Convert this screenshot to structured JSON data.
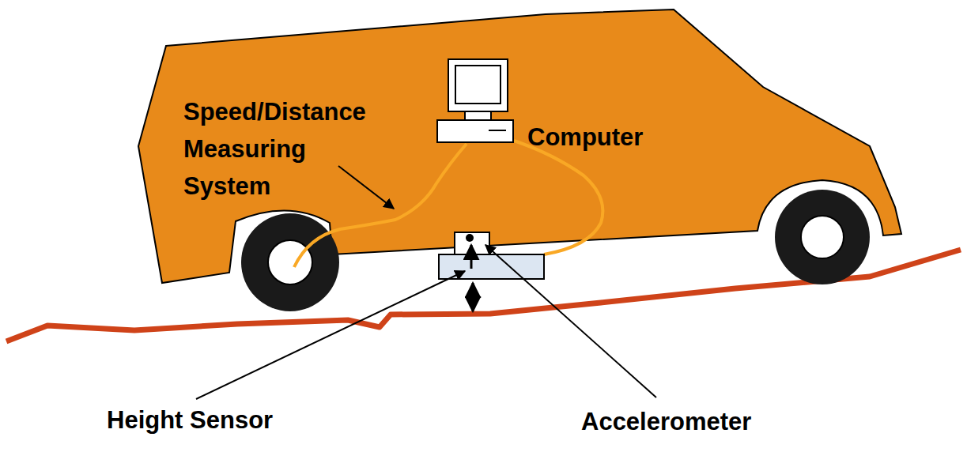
{
  "diagram": {
    "labels": [
      "Speed/Distance Measuring System",
      "Computer",
      "Height Sensor",
      "Accelerometer"
    ]
  }
}
